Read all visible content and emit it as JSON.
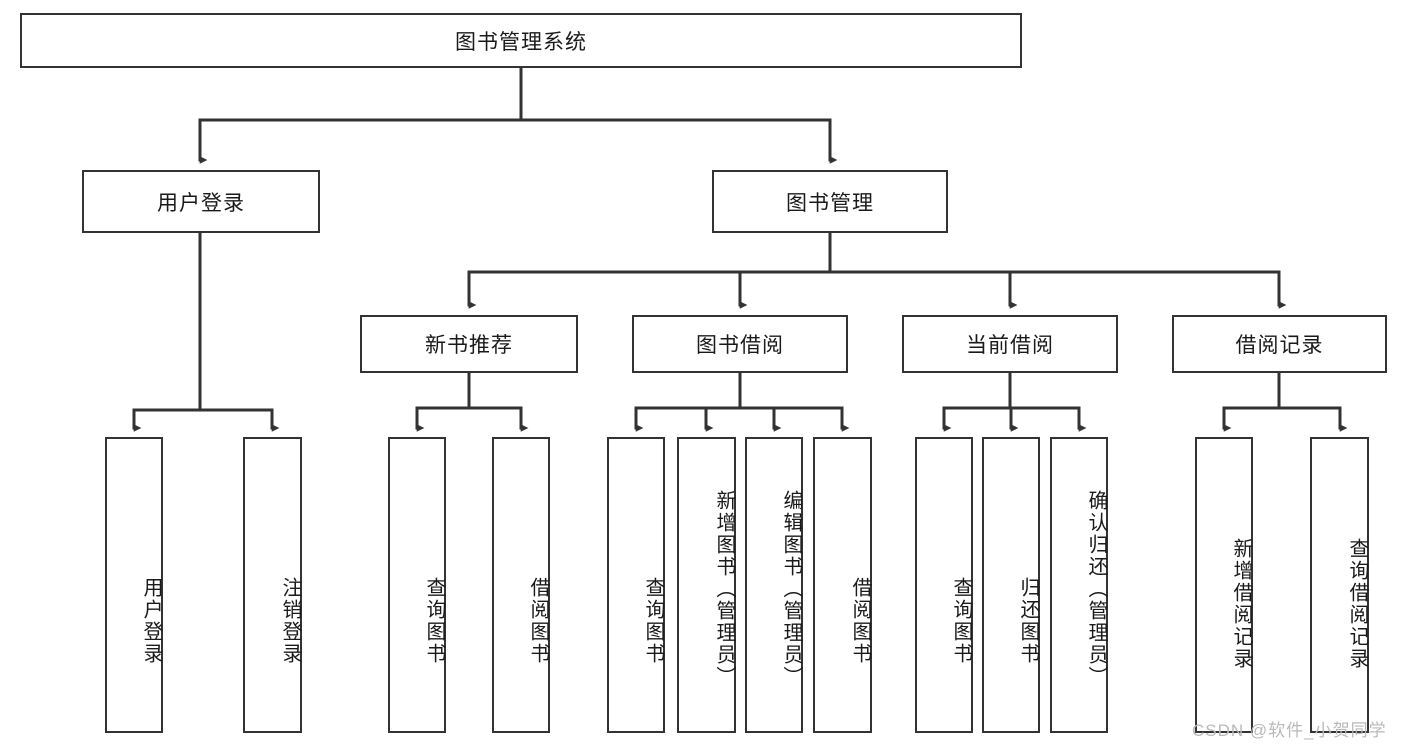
{
  "diagram": {
    "title": "图书管理系统",
    "type": "hierarchy-tree",
    "watermark": "CSDN @软件_小贺同学",
    "colors": {
      "stroke": "#333333",
      "fill": "#ffffff",
      "text": "#1a1a1a",
      "watermark": "#b9b9b9"
    },
    "nodes": {
      "root": {
        "label": "图书管理系统"
      },
      "level2": [
        {
          "id": "user-login",
          "label": "用户登录"
        },
        {
          "id": "book-management",
          "label": "图书管理"
        }
      ],
      "level3": [
        {
          "id": "new-book-recommend",
          "label": "新书推荐"
        },
        {
          "id": "book-borrow",
          "label": "图书借阅"
        },
        {
          "id": "current-borrow",
          "label": "当前借阅"
        },
        {
          "id": "borrow-record",
          "label": "借阅记录"
        }
      ],
      "leaves": {
        "user_login": [
          {
            "id": "leaf-user-login",
            "label": "用户登录"
          },
          {
            "id": "leaf-logout-login",
            "label": "注销登录"
          }
        ],
        "new_book_recommend": [
          {
            "id": "leaf-query-book-1",
            "label": "查询图书"
          },
          {
            "id": "leaf-borrow-book-1",
            "label": "借阅图书"
          }
        ],
        "book_borrow": [
          {
            "id": "leaf-query-book-2",
            "label": "查询图书"
          },
          {
            "id": "leaf-add-book",
            "label": "新增图书（管理员）"
          },
          {
            "id": "leaf-edit-book",
            "label": "编辑图书（管理员）"
          },
          {
            "id": "leaf-borrow-book-2",
            "label": "借阅图书"
          }
        ],
        "current_borrow": [
          {
            "id": "leaf-query-book-3",
            "label": "查询图书"
          },
          {
            "id": "leaf-return-book",
            "label": "归还图书"
          },
          {
            "id": "leaf-confirm-return",
            "label": "确认归还（管理员）"
          }
        ],
        "borrow_record": [
          {
            "id": "leaf-add-borrow-record",
            "label": "新增借阅记录"
          },
          {
            "id": "leaf-query-borrow-record",
            "label": "查询借阅记录"
          }
        ]
      }
    }
  }
}
